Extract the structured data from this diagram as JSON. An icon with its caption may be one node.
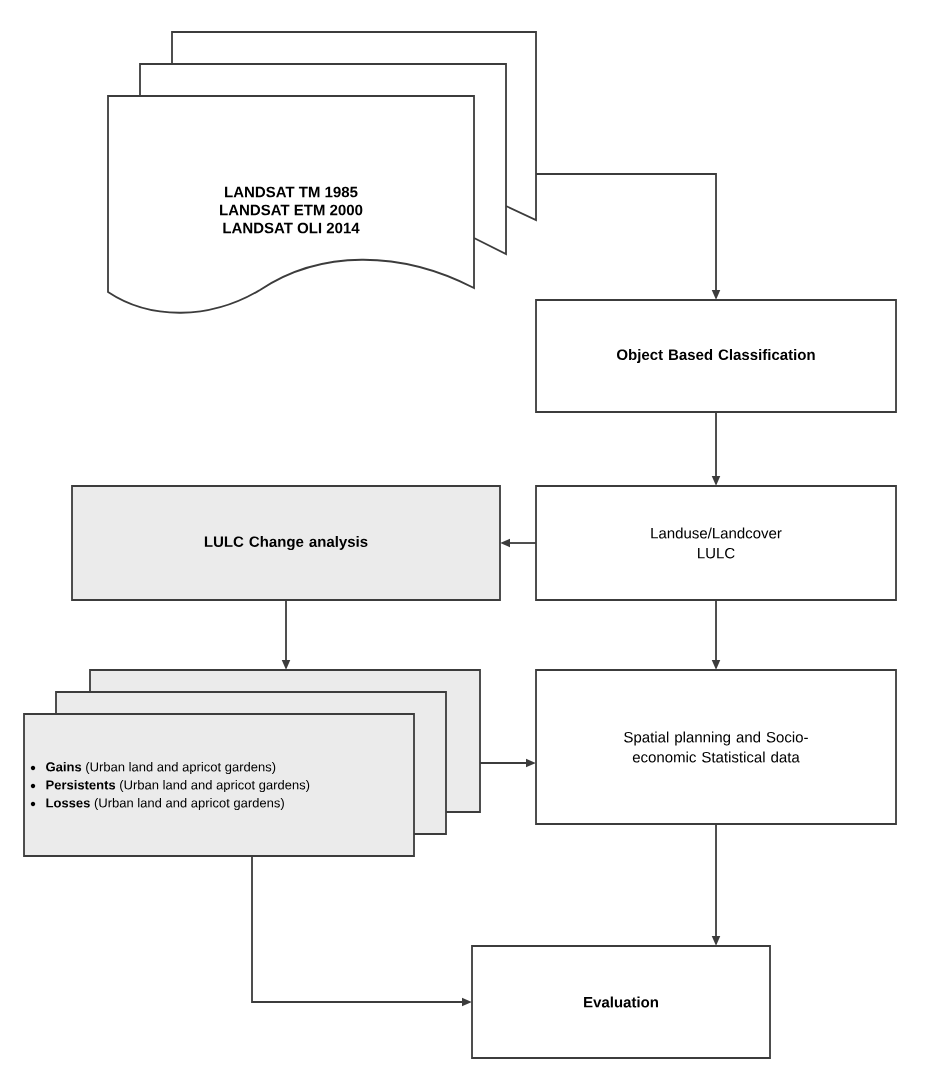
{
  "diagram": {
    "nodes": [
      {
        "text": [
          "LANDSAT TM 1985",
          "LANDSAT ETM 2000",
          "LANDSAT OLI 2014"
        ]
      },
      {
        "text": [
          "Object Based Classification"
        ]
      },
      {
        "text": [
          "LULC Change analysis"
        ]
      },
      {
        "text": [
          "Landuse/Landcover LULC"
        ]
      },
      {
        "text": [
          "**Gains** (Urban land  and apricot gardens)",
          "**Persistents** (Urban land  and apricot gardens)",
          "**Losses** (Urban land  and apricot gardens)"
        ]
      },
      {
        "text": [
          "Spatial planning and Socio-economic Statistical data"
        ]
      },
      {
        "text": [
          "Evaluation"
        ]
      }
    ],
    "edges": [
      {
        "from": 0,
        "to": 1,
        "arrow": "to"
      },
      {
        "from": 1,
        "to": 3,
        "arrow": "to"
      },
      {
        "from": 3,
        "to": 2,
        "arrow": "to"
      },
      {
        "from": 2,
        "to": 4,
        "arrow": "to"
      },
      {
        "from": 3,
        "to": 5,
        "arrow": "to"
      },
      {
        "from": 4,
        "to": 5,
        "arrow": "to"
      },
      {
        "from": 5,
        "to": 6,
        "arrow": "to"
      },
      {
        "from": 4,
        "to": 6,
        "arrow": "to"
      }
    ]
  }
}
